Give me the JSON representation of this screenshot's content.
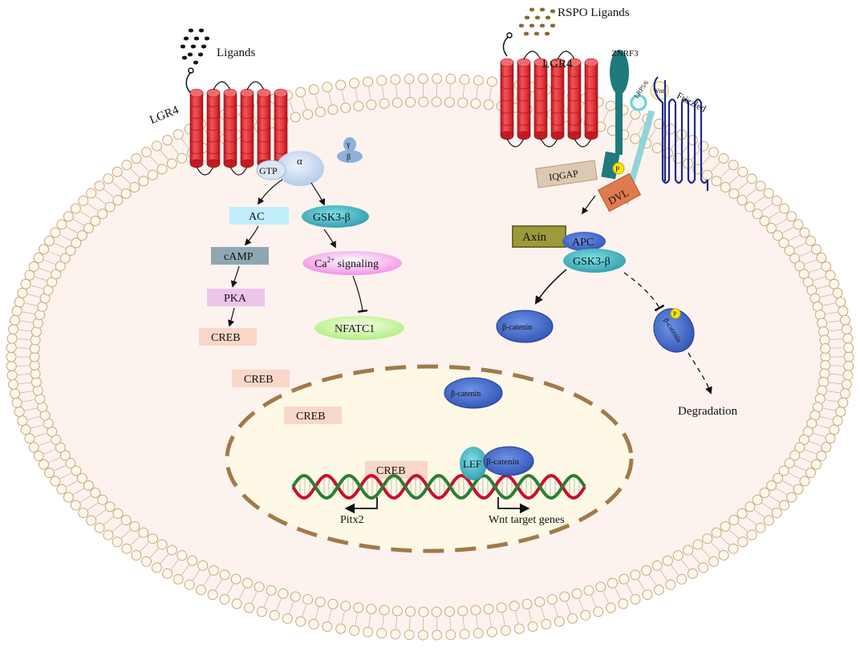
{
  "labels": {
    "ligands": "Ligands",
    "rspo_ligands": "RSPO Ligands",
    "lgr4_left": "LGR4",
    "lgr4_right": "LGR4",
    "znrf3": "ZNRF3",
    "lrp": "LRP5/6",
    "wnt": "Wnt",
    "frizzled": "Frizzled",
    "iqgap": "IQGAP",
    "dvl": "DVL",
    "p": "P",
    "gtp": "GTP",
    "alpha": "α",
    "gamma": "γ",
    "beta": "β",
    "ac": "AC",
    "camp": "cAMP",
    "pka": "PKA",
    "creb": "CREB",
    "gsk3b": "GSK3-β",
    "ca_prefix": "Ca",
    "ca_sup": "2+",
    "ca_suffix": " signaling",
    "nfatc1": "NFATC1",
    "axin": "Axin",
    "apc": "APC",
    "beta_catenin": "β-catenin",
    "degradation": "Degradation",
    "lef": "LEF",
    "pitx2": "Pitx2",
    "wnt_targets": "Wnt target genes"
  },
  "colors": {
    "membrane_head_fill": "#fdf6ea",
    "membrane_head_stroke": "#c9a77a",
    "cytoplasm": "#fcf3ef",
    "nucleus_fill": "#fdf9e6",
    "nucleus_border": "#a17a4a",
    "receptor_red": "#e53338",
    "receptor_dark": "#a8161c",
    "teal": "#1f7a7a",
    "light_teal": "#8fd6d6",
    "frizzled_blue": "#1f2a8c",
    "catenin_blue": "#3b63c4",
    "gsk_teal": "#3aa7b5",
    "ca_pink": "#f07fe0",
    "nfatc1_green": "#b9f28a",
    "ac_blue": "#bfeefa",
    "camp_gray": "#8fa7b3",
    "pka_pink": "#ecc5ec",
    "creb_peach": "#fad7c8",
    "axin_olive": "#9c9a3a",
    "dvl_orange": "#e07a4f",
    "iqgap_tan": "#ddc9b2",
    "dna_red": "#c8102e",
    "dna_green": "#2e7d32",
    "ligand_brown": "#1a1410",
    "rspo_brown": "#8a6a3a",
    "phospho_yellow": "#ffe600"
  }
}
